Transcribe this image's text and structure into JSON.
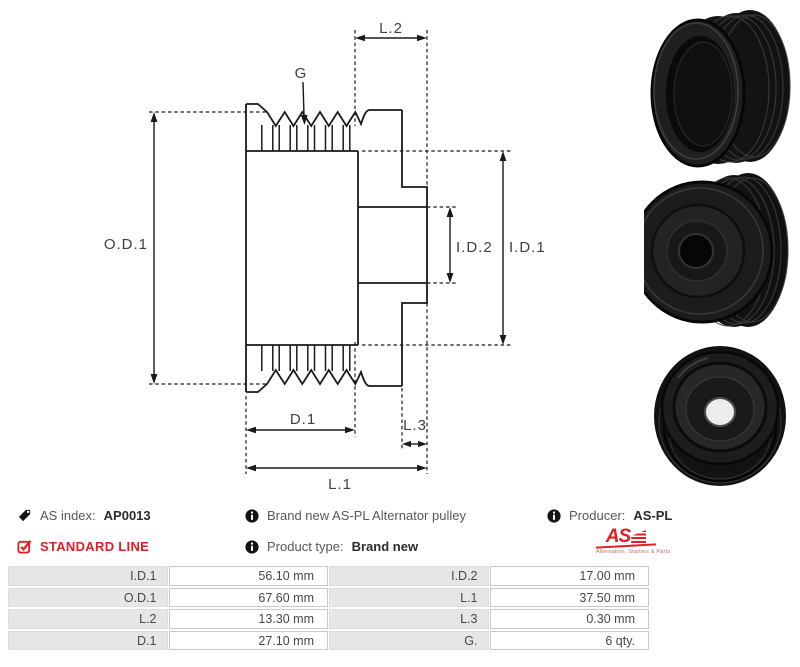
{
  "diagram": {
    "labels": {
      "g": "G",
      "l2": "L.2",
      "od1": "O.D.1",
      "id2": "I.D.2",
      "id1": "I.D.1",
      "d1": "D.1",
      "l3": "L.3",
      "l1": "L.1"
    }
  },
  "info": {
    "as_index_label": "AS index:",
    "as_index_value": "AP0013",
    "standard_line": "STANDARD LINE",
    "description": "Brand new AS-PL Alternator pulley",
    "product_type_label": "Product type:",
    "product_type_value": "Brand new",
    "producer_label": "Producer:",
    "producer_value": "AS-PL",
    "logo_text": "AS",
    "logo_tagline": "Alternators, Starters & Parts"
  },
  "icons": {
    "as_index": "tag-icon",
    "description": "info-icon",
    "product_type": "info-icon",
    "producer": "info-icon",
    "standard_line": "checkbox-check-icon"
  },
  "table": {
    "rows": [
      {
        "c0": "I.D.1",
        "v0": "56.10 mm",
        "c1": "I.D.2",
        "v1": "17.00 mm"
      },
      {
        "c0": "O.D.1",
        "v0": "67.60 mm",
        "c1": "L.1",
        "v1": "37.50 mm"
      },
      {
        "c0": "L.2",
        "v0": "13.30 mm",
        "c1": "L.3",
        "v1": "0.30 mm"
      },
      {
        "c0": "D.1",
        "v0": "27.10 mm",
        "c1": "G.",
        "v1": "6 qty."
      }
    ]
  },
  "colors": {
    "brand_red": "#e31e24",
    "line_color": "#1a1a1a",
    "text_gray": "#58585a",
    "text_dark": "#2b2b2b",
    "table_label_bg": "#e6e6e6",
    "table_border": "#c9c9c9"
  }
}
